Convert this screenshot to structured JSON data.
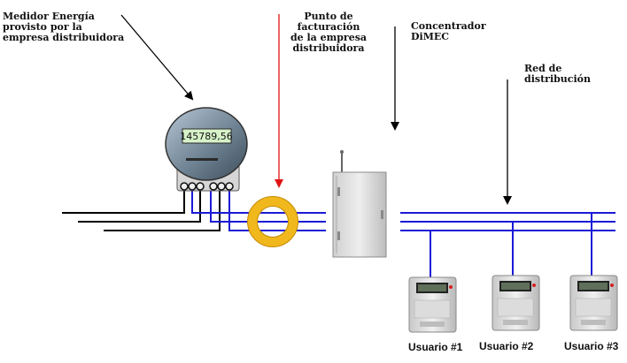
{
  "labels": {
    "meter": "Medidor Energía\nprovisto por la\nempresa distribuidora",
    "billing_point": "Punto de\nfacturación\nde la empresa\ndistribuidora",
    "concentrator": "Concentrador\nDiMEC",
    "network": "Red de\ndistribución"
  },
  "meter_display": "145789,56",
  "users": [
    "Usuario #1",
    "Usuario #2",
    "Usuario #3"
  ],
  "colors": {
    "line_blue": "#1a1ad6",
    "arrow_red": "#e11414",
    "ring_yellow": "#f0b81c",
    "wire_black": "#000000"
  }
}
